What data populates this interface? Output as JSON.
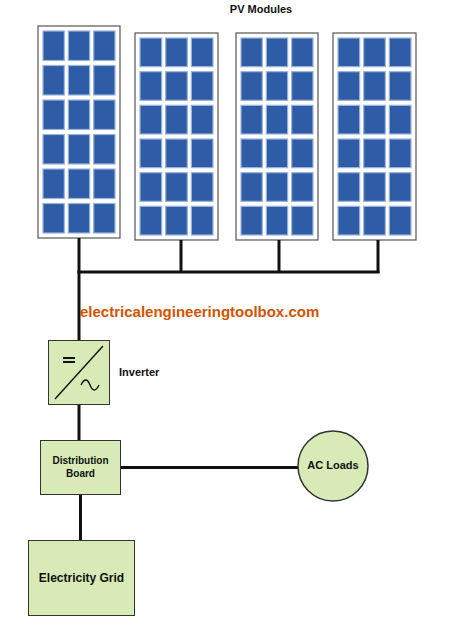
{
  "diagram": {
    "title": "PV Modules",
    "nodes": [
      {
        "text": [
          "Inverter"
        ]
      },
      {
        "text": [
          "Distribution Board"
        ]
      },
      {
        "text": [
          "AC Loads"
        ]
      },
      {
        "text": [
          "Electricity Grid"
        ]
      }
    ],
    "edges": [
      {
        "from": 0,
        "to": 1,
        "arrow": "none"
      },
      {
        "from": 1,
        "to": 2,
        "arrow": "none"
      },
      {
        "from": 1,
        "to": 3,
        "arrow": "none"
      }
    ],
    "labels": [
      "electricalengineeringtoolbox.com"
    ]
  }
}
